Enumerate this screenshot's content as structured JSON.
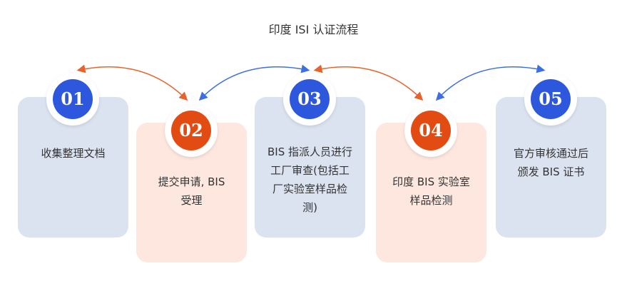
{
  "title": "印度 ISI 认证流程",
  "steps": [
    {
      "num": "01",
      "text": "收集整理文档"
    },
    {
      "num": "02",
      "text": "提交申请, BIS\n受理"
    },
    {
      "num": "03",
      "text": "BIS 指派人员进行\n工厂审查(包括工\n厂实验室样品检\n测)"
    },
    {
      "num": "04",
      "text": "印度 BIS 实验室\n样品检测"
    },
    {
      "num": "05",
      "text": "官方审核通过后\n颁发 BIS 证书"
    }
  ],
  "colors": {
    "blue_card": "#dce3f0",
    "peach_card": "#fde7df",
    "blue_badge": "#2d58dd",
    "orange_badge": "#e24b12",
    "blue_arrow": "#3e6fe0",
    "orange_arrow": "#e8622c"
  }
}
